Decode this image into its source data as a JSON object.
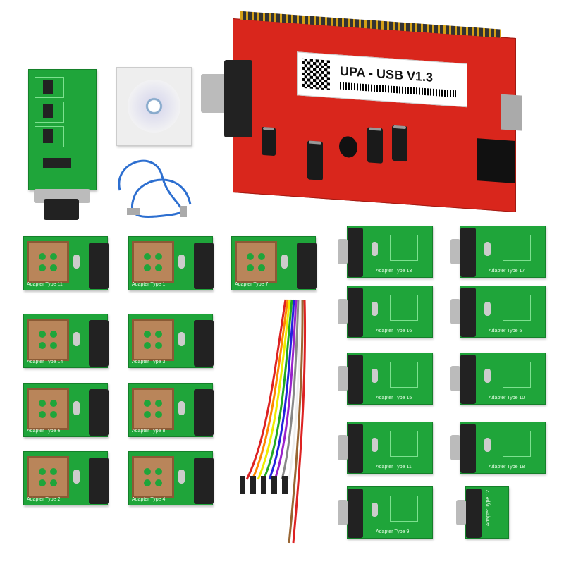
{
  "main_board": {
    "title": "UPA - USB V1.3",
    "color": "#d9261c"
  },
  "left_adapters": [
    {
      "label": "Adapter Type 11"
    },
    {
      "label": "Adapter Type 1"
    },
    {
      "label": "Adapter Type 7"
    },
    {
      "label": "Adapter Type 14"
    },
    {
      "label": "Adapter Type 3"
    },
    {
      "label": "Adapter Type 6"
    },
    {
      "label": "Adapter Type 8"
    },
    {
      "label": "Adapter Type 2"
    },
    {
      "label": "Adapter Type 4"
    }
  ],
  "right_adapters": [
    {
      "label": "Adapter Type 13"
    },
    {
      "label": "Adapter Type 17"
    },
    {
      "label": "Adapter Type 16"
    },
    {
      "label": "Adapter Type 5"
    },
    {
      "label": "Adapter Type 15"
    },
    {
      "label": "Adapter Type 10"
    },
    {
      "label": "Adapter Type 11"
    },
    {
      "label": "Adapter Type 18"
    },
    {
      "label": "Adapter Type 9"
    },
    {
      "label": "Adapter Type 12"
    }
  ],
  "colors": {
    "pcb": "#1fa53a",
    "plcc": "#b9855a"
  }
}
